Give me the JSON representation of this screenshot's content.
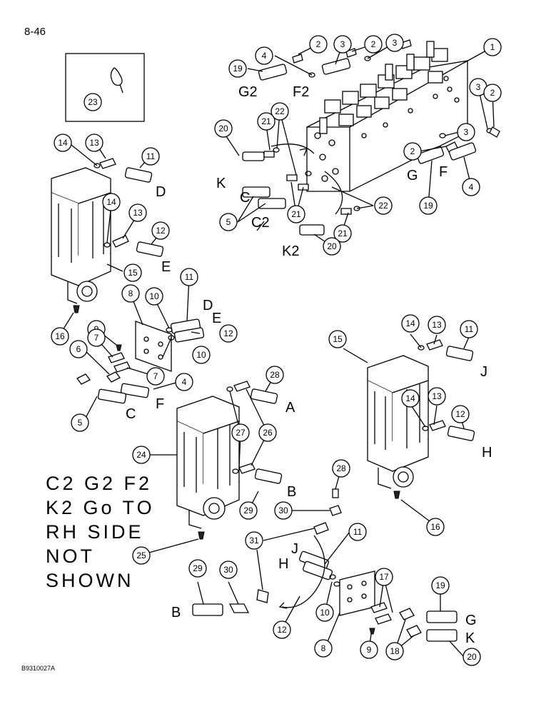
{
  "page": {
    "number": "8-46",
    "ref": "B9310027A"
  },
  "note": {
    "lines": [
      "C2 G2 F2",
      "K2 Go TO",
      "RH SIDE",
      "NOT",
      "SHOWN"
    ]
  },
  "callouts": [
    "1",
    "2",
    "3",
    "4",
    "5",
    "6",
    "7",
    "8",
    "9",
    "10",
    "11",
    "12",
    "13",
    "14",
    "15",
    "16",
    "17",
    "18",
    "19",
    "20",
    "21",
    "22",
    "23",
    "24",
    "25",
    "26",
    "27",
    "28",
    "29",
    "30",
    "31"
  ],
  "ports": [
    "A",
    "B",
    "C",
    "C2",
    "D",
    "E",
    "F",
    "F2",
    "G",
    "G2",
    "H",
    "J",
    "K",
    "K2"
  ]
}
